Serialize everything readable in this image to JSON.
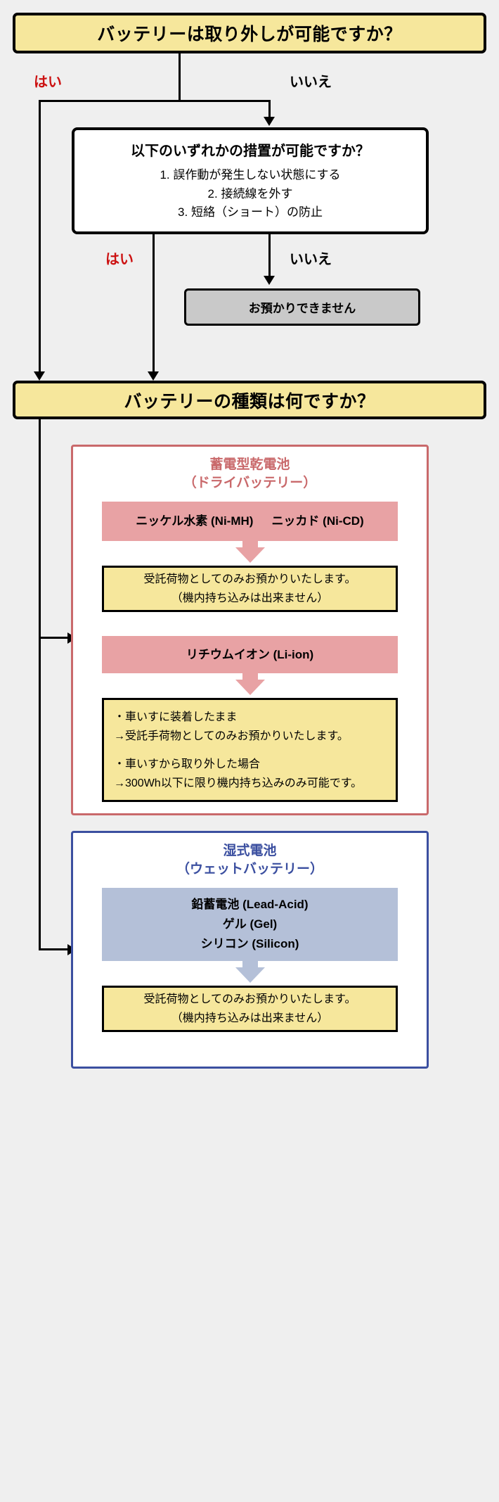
{
  "theme": {
    "background": "#efefef",
    "yellow": "#f6e79c",
    "gray": "#c9c9c9",
    "red_accent": "#c9696b",
    "red_chip": "#e8a2a4",
    "blue_accent": "#3b4fa0",
    "blue_chip": "#b4c0d8",
    "yes_label_color": "#cc1111",
    "no_label_color": "#000000"
  },
  "q1": {
    "text": "バッテリーは取り外しが可能ですか？",
    "yes_label": "はい",
    "no_label": "いいえ"
  },
  "q2": {
    "heading": "以下のいずれかの措置が可能ですか？",
    "options": [
      "1. 誤作動が発生しない状態にする",
      "2. 接続線を外す",
      "3. 短絡（ショート）の防止"
    ],
    "yes_label": "はい",
    "no_label": "いいえ"
  },
  "reject": {
    "text": "お預かりできません"
  },
  "q3": {
    "text": "バッテリーの種類は何ですか？"
  },
  "dry_panel": {
    "title_line1": "蓄電型乾電池",
    "title_line2": "（ドライバッテリー）",
    "chip1_left": "ニッケル水素 (Ni-MH)",
    "chip1_right": "ニッカド (Ni-CD)",
    "result1_line1": "受託荷物としてのみお預かりいたします。",
    "result1_line2": "（機内持ち込みは出来ません）",
    "chip2": "リチウムイオン (Li-ion)",
    "result2_line1": "・車いすに装着したまま",
    "result2_line2": "→受託手荷物としてのみお預かりいたします。",
    "result2_line3": "・車いすから取り外した場合",
    "result2_line4": "→300Wh以下に限り機内持ち込みのみ可能です。"
  },
  "wet_panel": {
    "title_line1": "湿式電池",
    "title_line2": "（ウェットバッテリー）",
    "chip_line1": "鉛蓄電池 (Lead-Acid)",
    "chip_line2": "ゲル (Gel)",
    "chip_line3": "シリコン (Silicon)",
    "result_line1": "受託荷物としてのみお預かりいたします。",
    "result_line2": "（機内持ち込みは出来ません）"
  }
}
